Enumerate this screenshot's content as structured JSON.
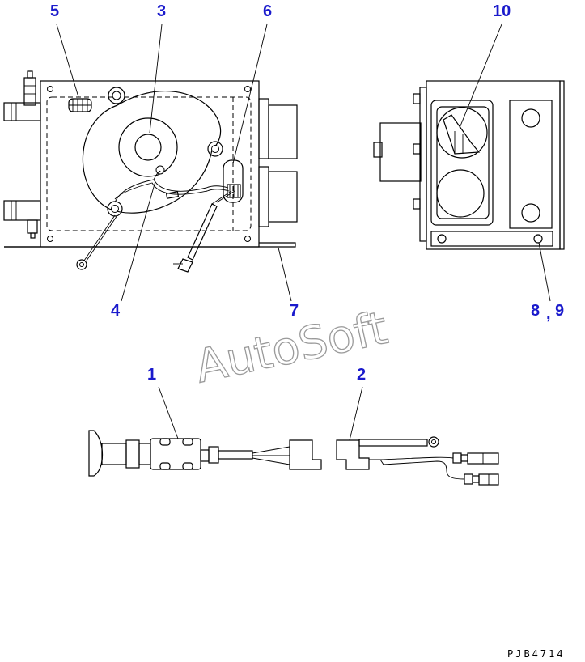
{
  "diagram": {
    "callouts": {
      "c1": "1",
      "c2": "2",
      "c3": "3",
      "c4": "4",
      "c5": "5",
      "c6": "6",
      "c7": "7",
      "c8": "8",
      "c9": "9",
      "c10": "10",
      "comma": ","
    },
    "watermark": "AutoSoft",
    "drawing_code": "PJB4714",
    "colors": {
      "callout": "#1a1acc",
      "line": "#000000",
      "watermark": "#9a9a9a"
    }
  }
}
